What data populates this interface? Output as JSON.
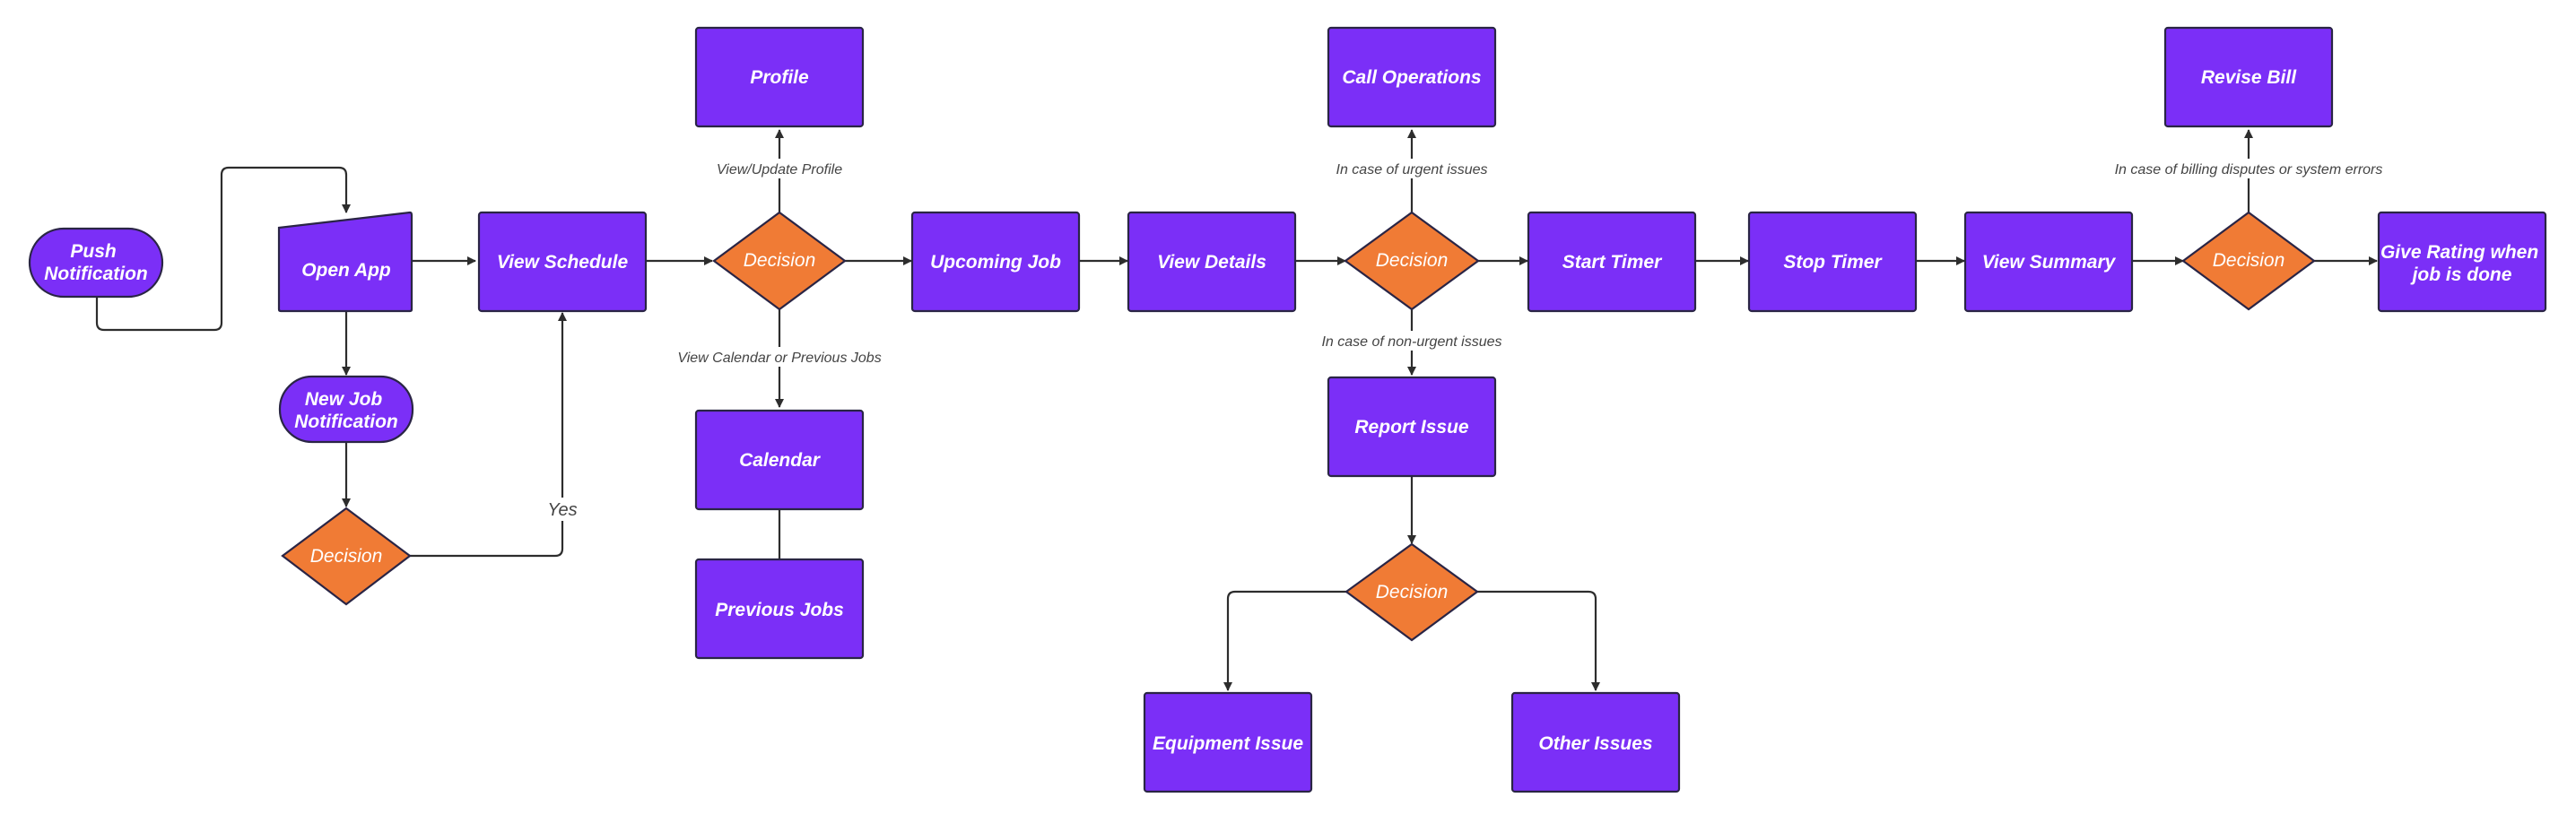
{
  "nodes": {
    "push_notification": [
      "Push",
      "Notification"
    ],
    "open_app": "Open App",
    "new_job_notification": [
      "New Job",
      "Notification"
    ],
    "decision_1": "Decision",
    "view_schedule": "View Schedule",
    "decision_2": "Decision",
    "profile": "Profile",
    "calendar": "Calendar",
    "previous_jobs": "Previous Jobs",
    "upcoming_job": "Upcoming Job",
    "view_details": "View Details",
    "decision_3": "Decision",
    "call_operations": "Call Operations",
    "report_issue": "Report Issue",
    "decision_4": "Decision",
    "equipment_issue": "Equipment Issue",
    "other_issues": "Other Issues",
    "start_timer": "Start Timer",
    "stop_timer": "Stop Timer",
    "view_summary": "View Summary",
    "decision_5": "Decision",
    "revise_bill": "Revise Bill",
    "give_rating": [
      "Give Rating when",
      "job is done"
    ]
  },
  "edge_labels": {
    "yes": "Yes",
    "view_update_profile": "View/Update Profile",
    "view_calendar": "View Calendar or Previous Jobs",
    "urgent": "In case of urgent issues",
    "non_urgent": "In case of non-urgent issues",
    "billing": "In case of billing disputes or system errors"
  },
  "colors": {
    "process_fill": "#7b2ff7",
    "decision_fill": "#f07b35",
    "outline": "#2a2545",
    "connector": "#2d2d2d"
  }
}
